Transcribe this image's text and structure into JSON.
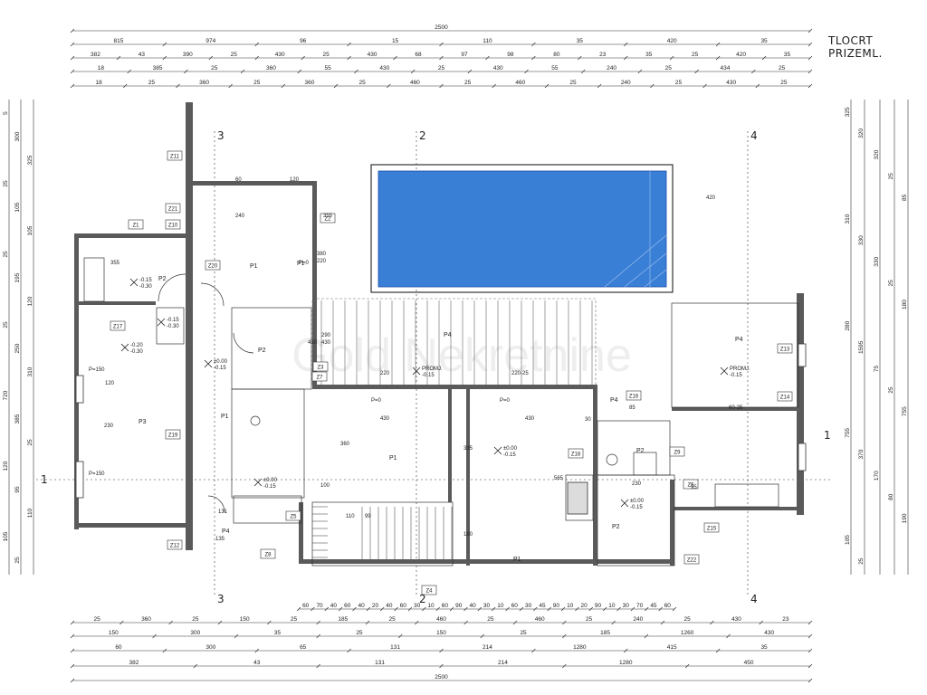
{
  "title": "TLOCRT PRIZEML.",
  "watermark": "Gold Nekretnine",
  "colors": {
    "wall": "#555555",
    "line": "#333333",
    "pool_fill": "#3a7fd6",
    "pool_edge": "#1e4fa8",
    "background": "#ffffff"
  },
  "axes": {
    "top": [
      "3",
      "2",
      "4"
    ],
    "bottom": [
      "3",
      "2",
      "4"
    ],
    "left": "1",
    "right": "1"
  },
  "top_dims": {
    "row1": [
      "2500"
    ],
    "row2": [
      "815",
      "974",
      "96",
      "15",
      "110",
      "35",
      "420",
      "35"
    ],
    "row3": [
      "382",
      "43",
      "390",
      "25",
      "430",
      "25",
      "430",
      "68",
      "97",
      "98",
      "80",
      "23",
      "35",
      "25",
      "420",
      "35"
    ],
    "row4": [
      "18",
      "385",
      "25",
      "360",
      "55",
      "430",
      "25",
      "430",
      "55",
      "240",
      "25",
      "434",
      "25"
    ],
    "row5": [
      "18",
      "25",
      "360",
      "25",
      "360",
      "25",
      "460",
      "25",
      "460",
      "25",
      "240",
      "25",
      "430",
      "25"
    ]
  },
  "bottom_dims": {
    "chain": [
      "60",
      "70",
      "40",
      "60",
      "40",
      "20",
      "40",
      "60",
      "30",
      "10",
      "60",
      "90",
      "40",
      "30",
      "10",
      "60",
      "30",
      "45",
      "90",
      "10",
      "20",
      "90",
      "10",
      "30",
      "70",
      "45",
      "60"
    ],
    "row1": [
      "25",
      "360",
      "25",
      "150",
      "25",
      "185",
      "25",
      "460",
      "25",
      "460",
      "25",
      "240",
      "25",
      "430",
      "23"
    ],
    "row2": [
      "150",
      "300",
      "35",
      "25",
      "150",
      "25",
      "185",
      "1260",
      "430"
    ],
    "row3": [
      "60",
      "300",
      "65",
      "131",
      "214",
      "1280",
      "415",
      "35"
    ],
    "row4": [
      "382",
      "43",
      "131",
      "214",
      "1280",
      "450"
    ],
    "row5": [
      "2500"
    ]
  },
  "left_dims": [
    "5",
    "300",
    "325",
    "25",
    "105",
    "105",
    "25",
    "195",
    "120",
    "25",
    "250",
    "310",
    "720",
    "385",
    "25",
    "120",
    "95",
    "110",
    "105",
    "25"
  ],
  "right_dims": [
    "325",
    "320",
    "320",
    "25",
    "85",
    "310",
    "330",
    "330",
    "25",
    "180",
    "280",
    "1595",
    "75",
    "25",
    "755",
    "755",
    "370",
    "170",
    "80",
    "190",
    "105",
    "25"
  ],
  "rooms": [
    "P1",
    "P2",
    "P3",
    "P4",
    "P1",
    "P2",
    "P1",
    "P1",
    "P1",
    "P2",
    "P4",
    "P4",
    "P4",
    "P2"
  ],
  "tags": [
    "Z1",
    "Z2",
    "Z3",
    "Z4",
    "Z5",
    "Z6",
    "Z7",
    "Z8",
    "Z9",
    "Z10",
    "Z11",
    "Z12",
    "Z13",
    "Z14",
    "Z15",
    "Z16",
    "Z17",
    "Z18",
    "Z19",
    "Z20",
    "Z21",
    "Z22"
  ],
  "levels": [
    "-0.15",
    "-0.30",
    "-0.15",
    "-0.30",
    "-0.20",
    "-0.30",
    "±0.00",
    "-0.15",
    "±0.00",
    "-0.15",
    "±0.00",
    "-0.15",
    "±0.00",
    "-0.15",
    "PROMJ.",
    "-0.15",
    "PROMJ.",
    "-0.15"
  ],
  "annotations": [
    "P=0",
    "P=0",
    "P=150",
    "P=150",
    "P=0",
    "100",
    "110",
    "99",
    "355",
    "430",
    "430",
    "360",
    "335",
    "565",
    "180",
    "120",
    "230",
    "95",
    "131",
    "135",
    "230",
    "30",
    "60",
    "120",
    "380",
    "220",
    "355",
    "290",
    "220",
    "220-25",
    "85",
    "60-25",
    "430",
    "430",
    "240",
    "420"
  ]
}
